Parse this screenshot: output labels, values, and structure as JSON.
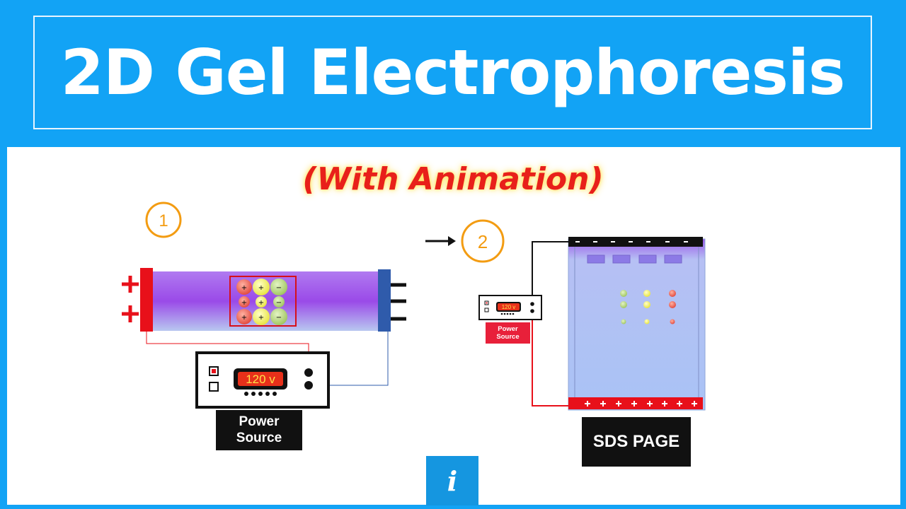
{
  "header": {
    "title": "2D Gel Electrophoresis"
  },
  "subtitle": "(With Animation)",
  "step1": {
    "number": "1",
    "anode_symbol": "+",
    "power_display": "120 v",
    "power_label_line1": "Power",
    "power_label_line2": "Source"
  },
  "step2": {
    "number": "2",
    "power_display": "120 v",
    "power_label_line1": "Power",
    "power_label_line2": "Source",
    "gel_label": "SDS PAGE",
    "top_symbol": "-",
    "bottom_symbol": "+"
  },
  "colors": {
    "background": "#12a3f5",
    "red_electrode": "#e8101a",
    "blue_electrode": "#2f5bab",
    "accent_circle": "#f39c12",
    "gel_purple": "#9a4ae8"
  }
}
